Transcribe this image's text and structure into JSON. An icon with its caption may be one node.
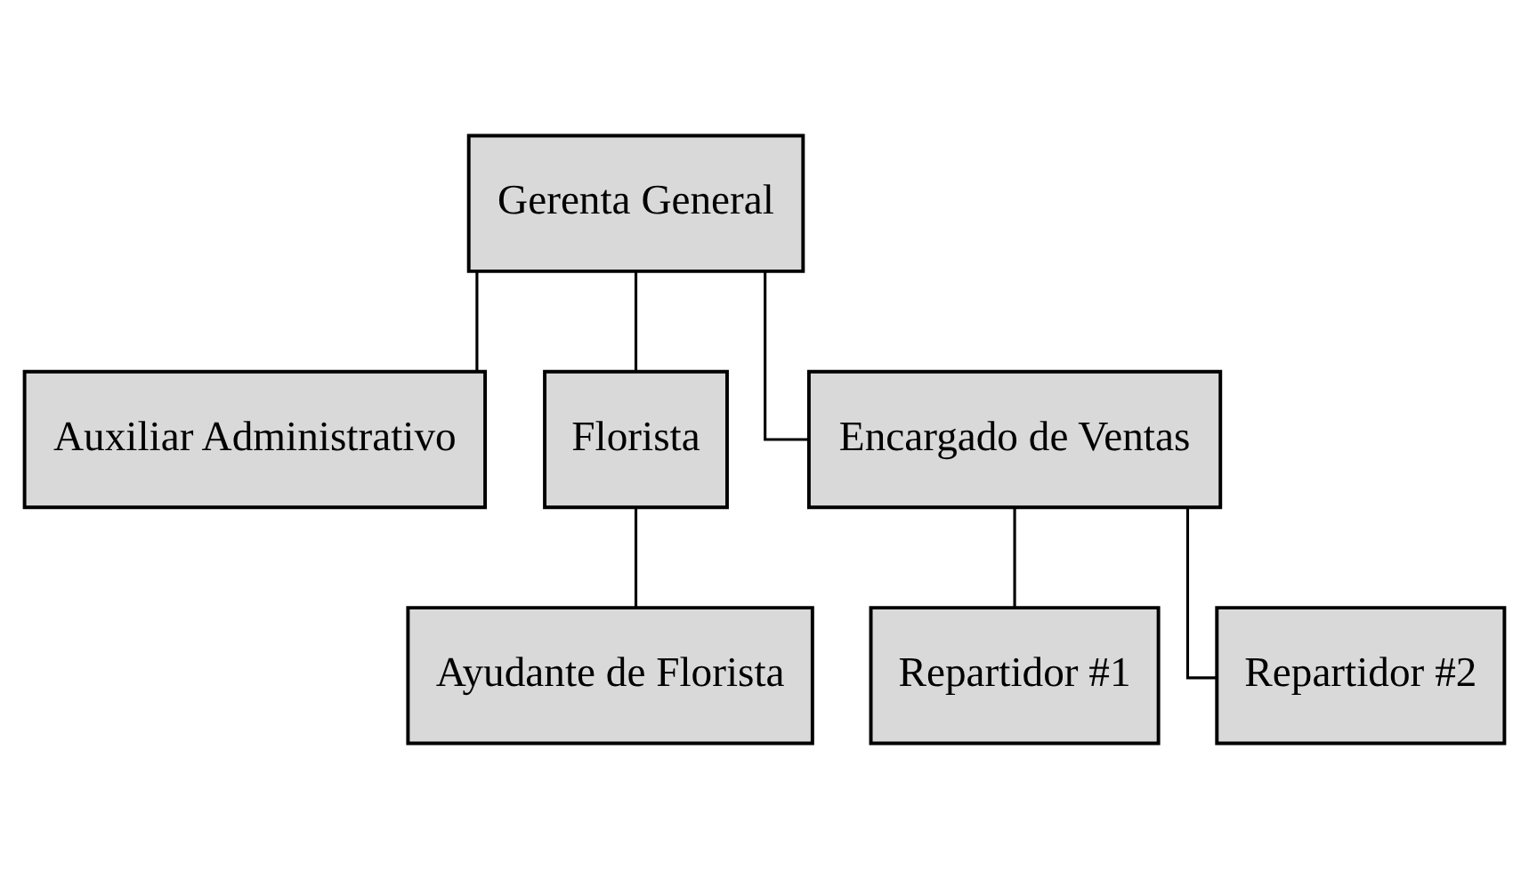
{
  "diagram": {
    "nodes": [
      {
        "text": [
          "Gerenta General"
        ]
      },
      {
        "text": [
          "Auxiliar Administrativo"
        ]
      },
      {
        "text": [
          "Florista"
        ]
      },
      {
        "text": [
          "Encargado de Ventas"
        ]
      },
      {
        "text": [
          "Ayudante de Florista"
        ]
      },
      {
        "text": [
          "Repartidor #1"
        ]
      },
      {
        "text": [
          "Repartidor #2"
        ]
      }
    ],
    "edges": [
      {
        "from": 0,
        "to": 1,
        "arrow": "none"
      },
      {
        "from": 0,
        "to": 2,
        "arrow": "none"
      },
      {
        "from": 0,
        "to": 3,
        "arrow": "none"
      },
      {
        "from": 2,
        "to": 4,
        "arrow": "none"
      },
      {
        "from": 3,
        "to": 5,
        "arrow": "none"
      },
      {
        "from": 3,
        "to": 6,
        "arrow": "none"
      }
    ]
  }
}
